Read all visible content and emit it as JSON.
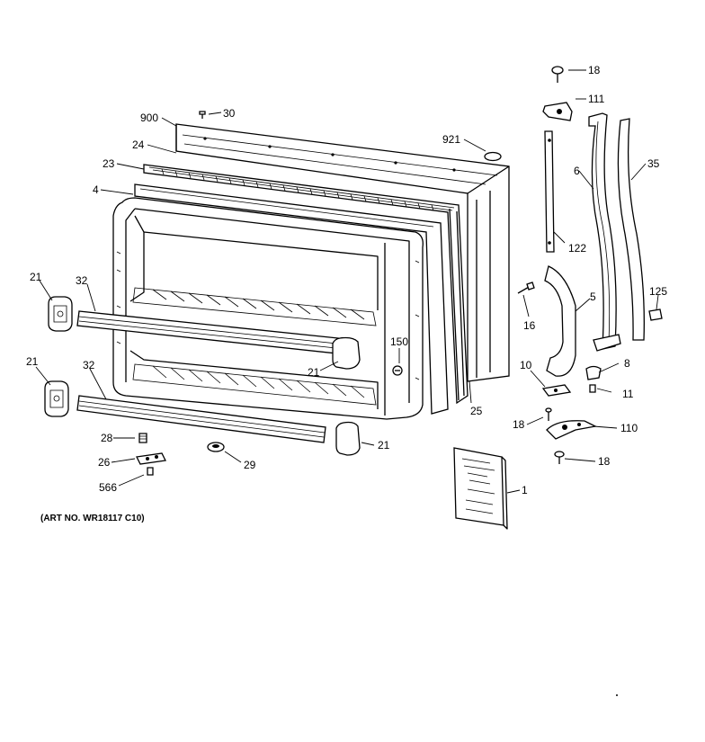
{
  "diagram": {
    "caption": "(ART NO. WR18117 C10)",
    "callouts": [
      "18",
      "111",
      "30",
      "900",
      "921",
      "24",
      "23",
      "6",
      "35",
      "4",
      "122",
      "21",
      "32",
      "125",
      "16",
      "5",
      "150",
      "21",
      "21",
      "32",
      "8",
      "10",
      "11",
      "25",
      "18",
      "110",
      "28",
      "21",
      "26",
      "29",
      "18",
      "566",
      "1"
    ]
  }
}
